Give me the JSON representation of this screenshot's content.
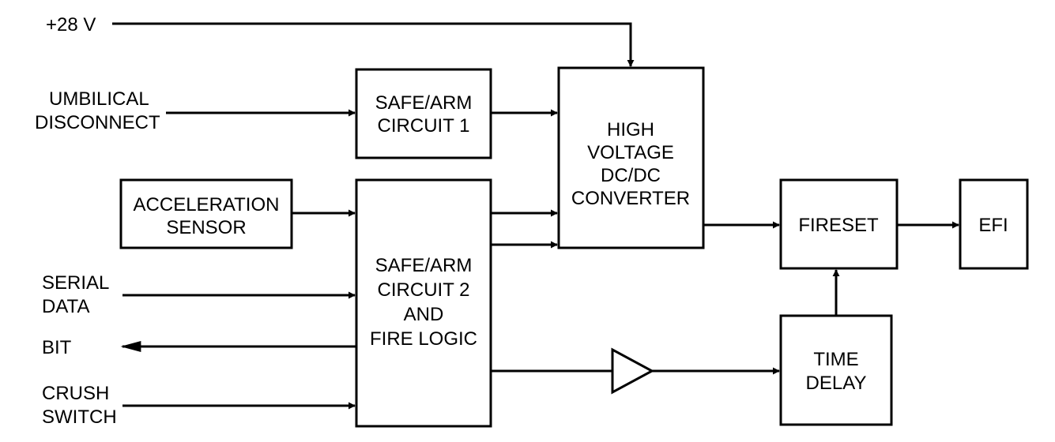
{
  "inputs": {
    "plus28v": "+28 V",
    "umbilical_1": "UMBILICAL",
    "umbilical_2": "DISCONNECT",
    "serial_1": "SERIAL",
    "serial_2": "DATA",
    "bit": "BIT",
    "crush_1": "CRUSH",
    "crush_2": "SWITCH"
  },
  "blocks": {
    "safe_arm_1": [
      "SAFE/ARM",
      "CIRCUIT 1"
    ],
    "accel_sensor": [
      "ACCELERATION",
      "SENSOR"
    ],
    "safe_arm_2": [
      "SAFE/ARM",
      "CIRCUIT 2",
      "AND",
      "FIRE LOGIC"
    ],
    "hv_converter": [
      "HIGH",
      "VOLTAGE",
      "DC/DC",
      "CONVERTER"
    ],
    "fireset": "FIRESET",
    "efi": "EFI",
    "time_delay": [
      "TIME",
      "DELAY"
    ]
  }
}
